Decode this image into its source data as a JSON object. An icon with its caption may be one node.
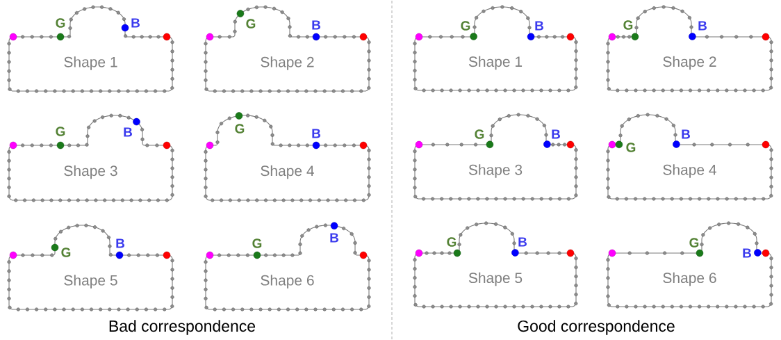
{
  "diagram": {
    "nodes": [
      {
        "text": [
          "Shape 1"
        ]
      },
      {
        "text": [
          "Shape 2"
        ]
      },
      {
        "text": [
          "Shape 3"
        ]
      },
      {
        "text": [
          "Shape 4"
        ]
      },
      {
        "text": [
          "Shape 5"
        ]
      },
      {
        "text": [
          "Shape 6"
        ]
      },
      {
        "text": [
          "Shape 1"
        ]
      },
      {
        "text": [
          "Shape 2"
        ]
      },
      {
        "text": [
          "Shape 3"
        ]
      },
      {
        "text": [
          "Shape 4"
        ]
      },
      {
        "text": [
          "Shape 5"
        ]
      },
      {
        "text": [
          "Shape 6"
        ]
      }
    ],
    "labels": [
      "G",
      "B",
      "G",
      "B",
      "G",
      "B",
      "G",
      "B",
      "G",
      "B",
      "G",
      "B",
      "Bad correspondence",
      "G",
      "B",
      "G",
      "B",
      "G",
      "B",
      "G",
      "B",
      "G",
      "B",
      "G",
      "B",
      "Good correspondence"
    ]
  }
}
